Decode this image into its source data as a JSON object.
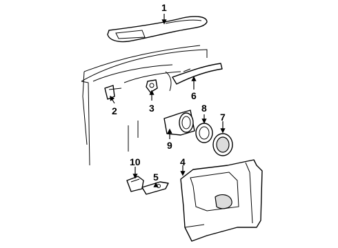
{
  "callouts": [
    {
      "id": "part-1",
      "label": "1"
    },
    {
      "id": "part-2",
      "label": "2"
    },
    {
      "id": "part-3",
      "label": "3"
    },
    {
      "id": "part-4",
      "label": "4"
    },
    {
      "id": "part-5",
      "label": "5"
    },
    {
      "id": "part-6",
      "label": "6"
    },
    {
      "id": "part-7",
      "label": "7"
    },
    {
      "id": "part-8",
      "label": "8"
    },
    {
      "id": "part-9",
      "label": "9"
    },
    {
      "id": "part-10",
      "label": "10"
    }
  ]
}
